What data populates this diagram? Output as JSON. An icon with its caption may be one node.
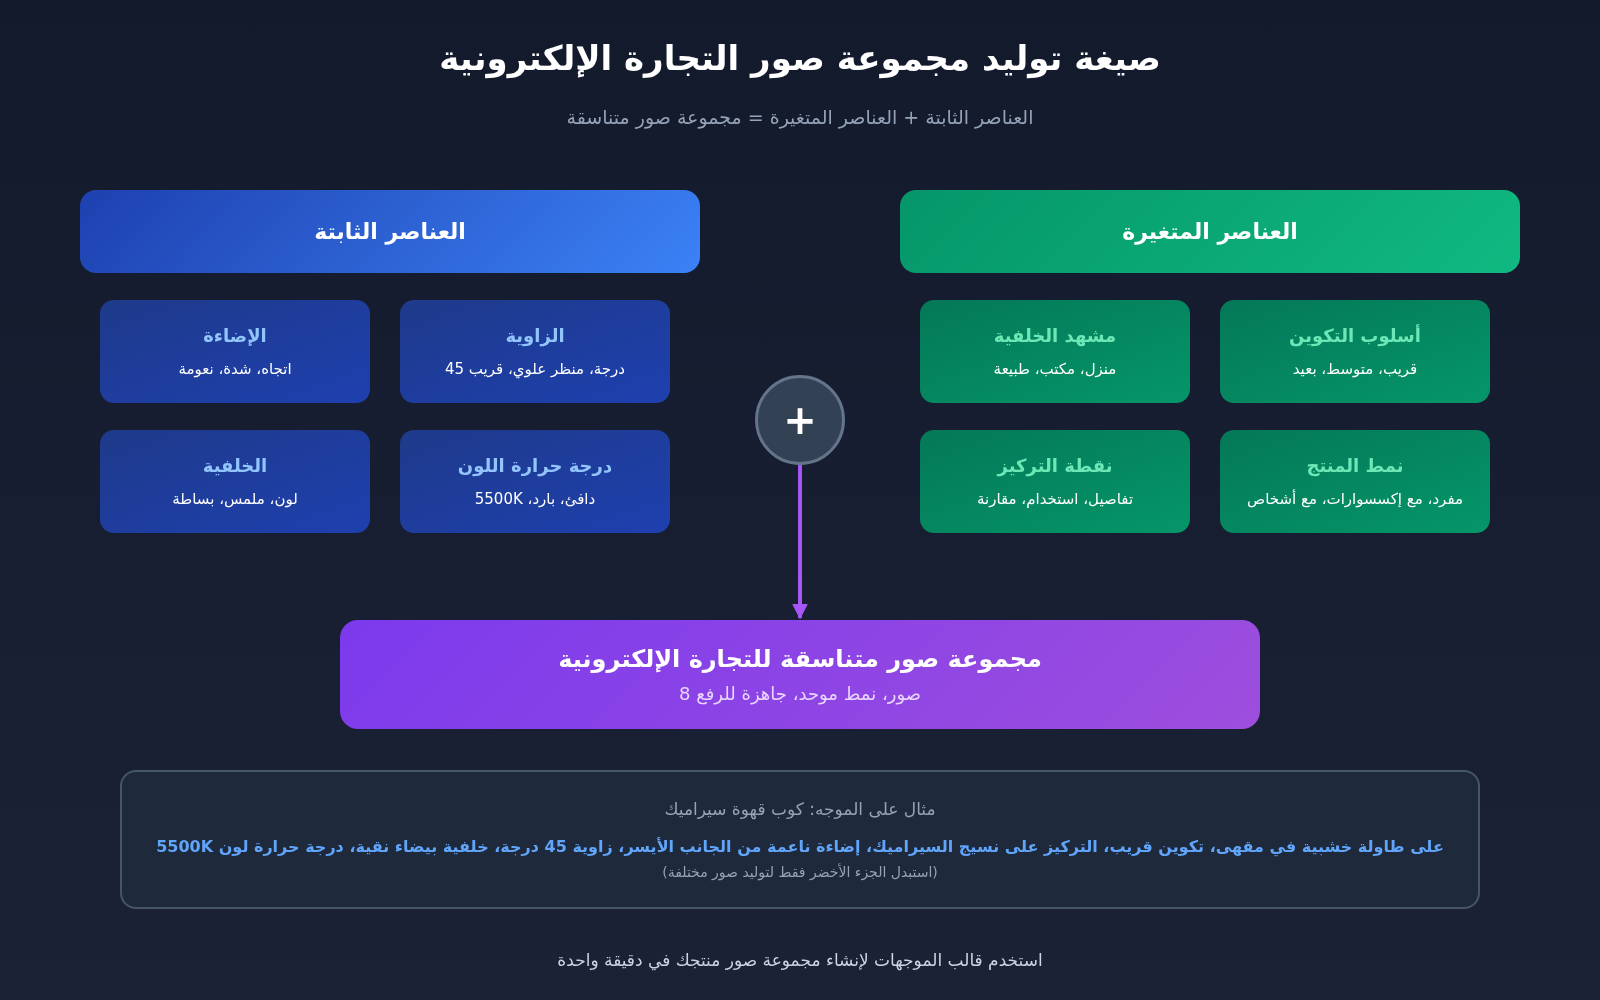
{
  "diagram": {
    "title": "صيغة توليد مجموعة صور التجارة الإلكترونية",
    "caption": "استخدم قالب الموجهات لإنشاء مجموعة صور منتجك في دقيقة واحدة",
    "labels": [
      "العناصر الثابتة + العناصر المتغيرة = مجموعة صور متناسقة"
    ],
    "nodes": [
      {
        "text": [
          "العناصر الثابتة"
        ]
      },
      {
        "text": [
          "العناصر المتغيرة"
        ]
      },
      {
        "text": [
          "الزاوية",
          "درجة، منظر علوي، قريب 45"
        ]
      },
      {
        "text": [
          "الإضاءة",
          "اتجاه، شدة، نعومة"
        ]
      },
      {
        "text": [
          "درجة حرارة اللون",
          "دافئ، بارد، 5500K"
        ]
      },
      {
        "text": [
          "الخلفية",
          "لون، ملمس، بساطة"
        ]
      },
      {
        "text": [
          "أسلوب التكوين",
          "قريب، متوسط، بعيد"
        ]
      },
      {
        "text": [
          "مشهد الخلفية",
          "منزل، مكتب، طبيعة"
        ]
      },
      {
        "text": [
          "نمط المنتج",
          "مفرد، مع إكسسوارات، مع أشخاص"
        ]
      },
      {
        "text": [
          "نقطة التركيز",
          "تفاصيل، استخدام، مقارنة"
        ]
      },
      {
        "text": [
          "+"
        ]
      },
      {
        "text": [
          "مجموعة صور متناسقة للتجارة الإلكترونية",
          "صور، نمط موحد، جاهزة للرفع 8"
        ]
      },
      {
        "text": [
          "مثال على الموجه: كوب قهوة سيراميك",
          "على طاولة خشبية في مقهى، تكوين قريب، التركيز على نسيج السيراميك، إضاءة ناعمة من الجانب الأيسر، زاوية 45 درجة، خلفية بيضاء نقية، درجة حرارة لون 5500K",
          "(استبدل الجزء الأخضر فقط لتوليد صور مختلفة)"
        ]
      }
    ],
    "edges": [
      {
        "from": 10,
        "to": 11,
        "arrow": "to"
      }
    ]
  }
}
